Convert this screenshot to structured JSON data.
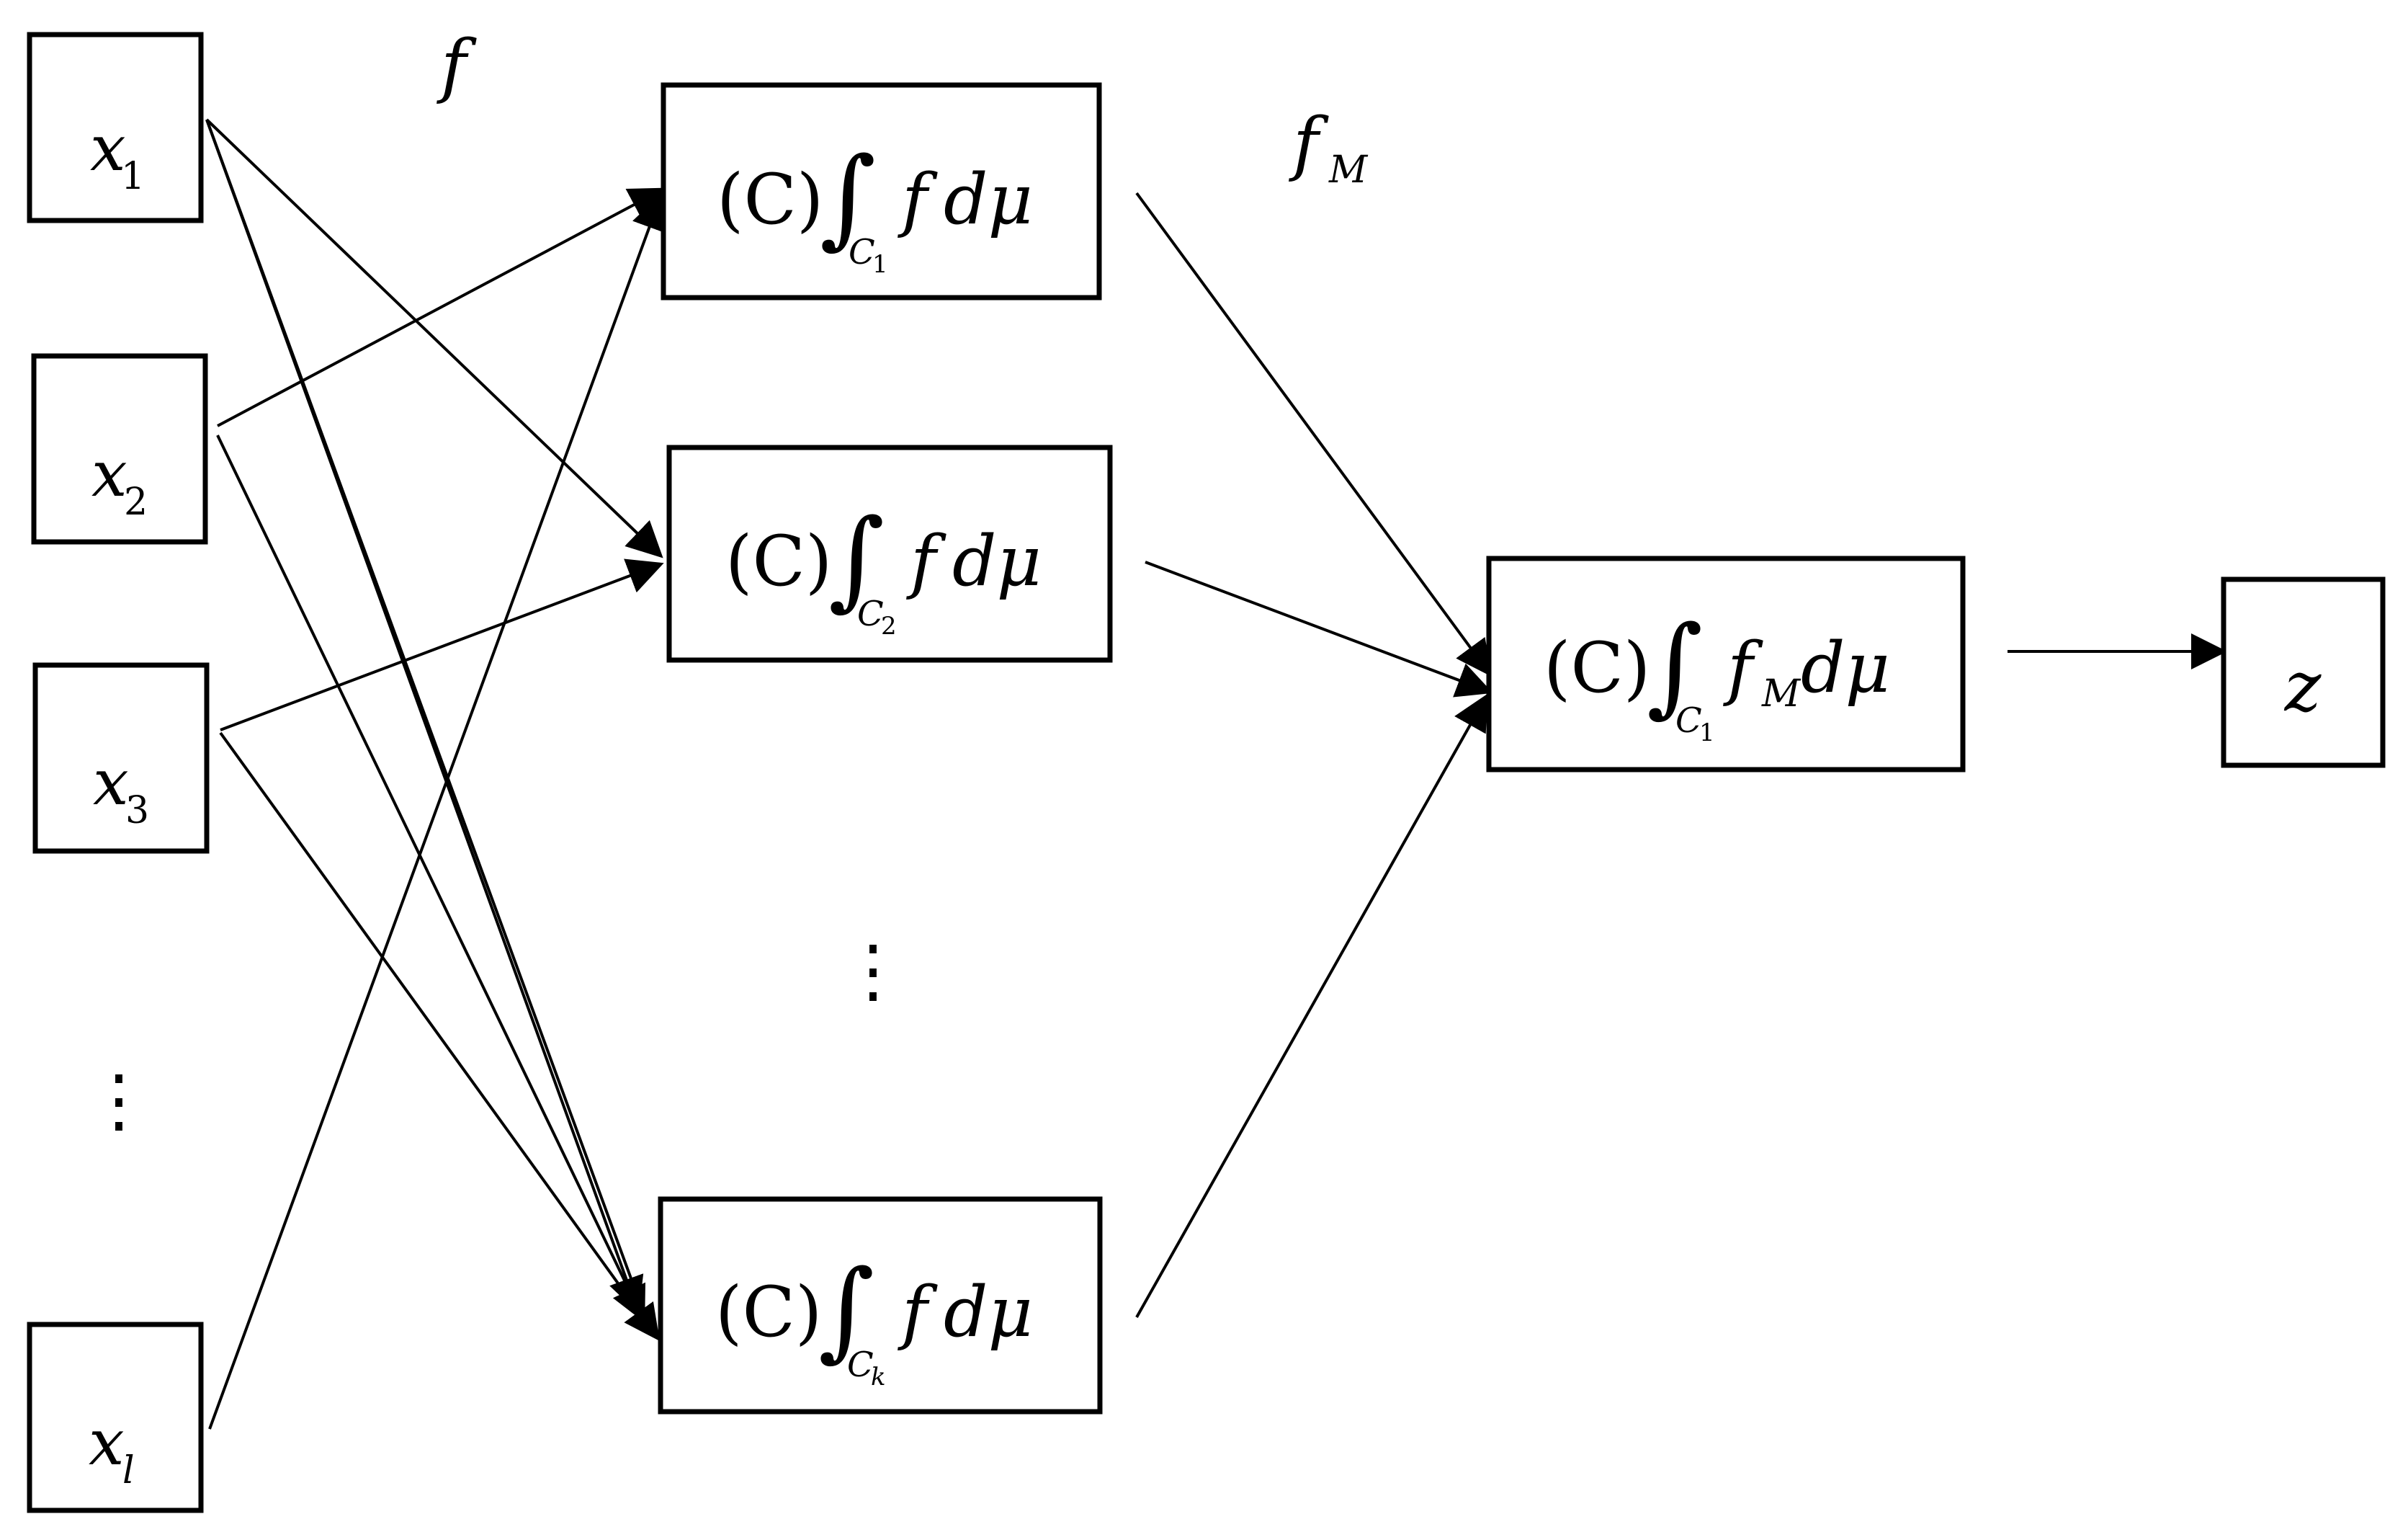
{
  "inputs": [
    {
      "var": "x",
      "sub": "1"
    },
    {
      "var": "x",
      "sub": "2"
    },
    {
      "var": "x",
      "sub": "3"
    },
    {
      "var": "x",
      "sub": "l"
    }
  ],
  "input_ellipsis": "⋮",
  "edge_labels": {
    "f": "f",
    "fM": {
      "var": "f",
      "sub": "M"
    }
  },
  "integrals": [
    {
      "prefix": "(C)",
      "integral_sign": "∫",
      "set": "C",
      "set_sub": "1",
      "integrand": "f",
      "measure": "dμ"
    },
    {
      "prefix": "(C)",
      "integral_sign": "∫",
      "set": "C",
      "set_sub": "2",
      "integrand": "f",
      "measure": "dμ"
    },
    {
      "prefix": "(C)",
      "integral_sign": "∫",
      "set": "C",
      "set_sub": "k",
      "integrand": "f",
      "measure": "dμ"
    }
  ],
  "integral_ellipsis": "⋮",
  "final_integral": {
    "prefix": "(C)",
    "integral_sign": "∫",
    "set": "C",
    "set_sub": "1",
    "integrand": "f",
    "integrand_sub": "M",
    "measure": "dμ"
  },
  "output": "z"
}
